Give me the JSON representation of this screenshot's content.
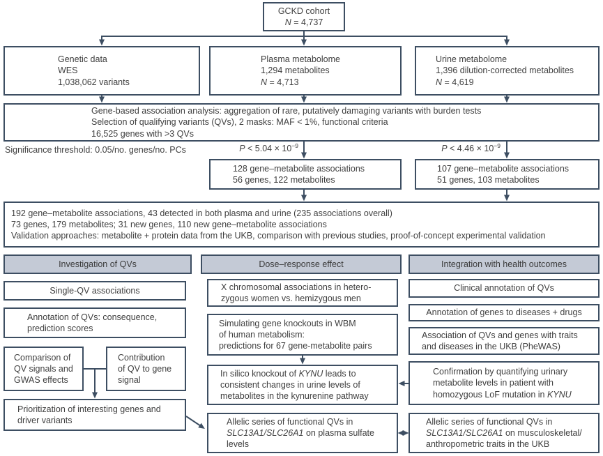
{
  "palette": {
    "border": "#3d4e62",
    "header_fill": "#c4cad6",
    "text": "#3f3f3f",
    "background": "#ffffff"
  },
  "figure": {
    "cohort": [
      "GCKD cohort",
      [
        {
          "t": "N",
          "i": true
        },
        {
          "t": " = 4,737"
        }
      ]
    ],
    "inputs": {
      "genetic": [
        "Genetic data",
        "WES",
        "1,038,062 variants"
      ],
      "plasma": [
        "Plasma metabolome",
        "1,294 metabolites",
        [
          {
            "t": "N",
            "i": true
          },
          {
            "t": " = 4,713"
          }
        ]
      ],
      "urine": [
        "Urine metabolome",
        "1,396 dilution-corrected metabolites",
        [
          {
            "t": "N",
            "i": true
          },
          {
            "t": " = 4,619"
          }
        ]
      ]
    },
    "analysis": [
      "Gene-based association analysis: aggregation of rare, putatively damaging variants with burden tests",
      "Selection of qualifying variants (QVs), 2 masks: MAF < 1%, functional criteria",
      "16,525 genes with >3 QVs"
    ],
    "significance": {
      "note": "Significance threshold: 0.05/no. genes/no. PCs",
      "p_plasma": [
        [
          {
            "t": "P",
            "i": true
          },
          {
            "t": " < 5.04 × 10"
          },
          {
            "t": "−9",
            "sup": true
          }
        ]
      ],
      "p_urine": [
        [
          {
            "t": "P",
            "i": true
          },
          {
            "t": " < 4.46 × 10"
          },
          {
            "t": "−9",
            "sup": true
          }
        ]
      ]
    },
    "results": {
      "assoc_plasma": [
        "128 gene–metabolite associations",
        "56 genes, 122 metabolites"
      ],
      "assoc_urine": [
        "107 gene–metabolite associations",
        "51 genes, 103 metabolites"
      ],
      "summary": [
        "192 gene–metabolite associations, 43 detected in both plasma and urine (235 associations overall)",
        "73 genes, 179 metabolites; 31 new genes, 110 new gene–metabolite associations",
        "Validation approaches: metabolite + protein data from the UKB, comparison with previous studies, proof-of-concept experimental validation"
      ]
    },
    "sections": {
      "qv": {
        "header": "Investigation of QVs",
        "single": [
          "Single-QV associations"
        ],
        "annotation": [
          "Annotation of QVs: consequence,",
          "prediction scores"
        ],
        "comparison": [
          "Comparison of",
          "QV signals and",
          "GWAS effects"
        ],
        "contribution": [
          "Contribution",
          "of QV to gene",
          "signal"
        ],
        "prioritization": [
          "Prioritization of interesting genes and",
          "driver variants"
        ]
      },
      "dose": {
        "header": "Dose–response effect",
        "xchrom": [
          "X chromosomal associations in hetero-",
          "zygous women vs. hemizygous men"
        ],
        "wbm": [
          "Simulating gene knockouts in WBM",
          "of human metabolism:",
          "predictions for 67 gene-metabolite pairs"
        ],
        "kynu": [
          [
            {
              "t": "In silico knockout of "
            },
            {
              "t": "KYNU",
              "i": true
            },
            {
              "t": " leads to"
            }
          ],
          "consistent changes in urine levels of",
          "metabolites in the kynurenine pathway"
        ],
        "allelic": [
          "Allelic series of functional QVs in",
          [
            {
              "t": "SLC13A1/SLC26A1",
              "i": true
            },
            {
              "t": " on plasma sulfate"
            }
          ],
          "levels"
        ]
      },
      "health": {
        "header": "Integration with health outcomes",
        "clinical": [
          "Clinical annotation of QVs"
        ],
        "genes_diseases": [
          "Annotation of genes to diseases + drugs"
        ],
        "phewas": [
          "Association of QVs and genes with traits",
          "and diseases in the UKB (PheWAS)"
        ],
        "kynu_confirmation": [
          "Confirmation by quantifying urinary",
          "metabolite levels in patient with",
          [
            {
              "t": "homozygous LoF mutation in "
            },
            {
              "t": "KYNU",
              "i": true
            }
          ]
        ],
        "allelic_ukb": [
          "Allelic series of functional QVs in",
          [
            {
              "t": "SLC13A1/SLC26A1",
              "i": true
            },
            {
              "t": " on musculoskeletal/"
            }
          ],
          "anthropometric traits in the UKB"
        ]
      }
    }
  }
}
